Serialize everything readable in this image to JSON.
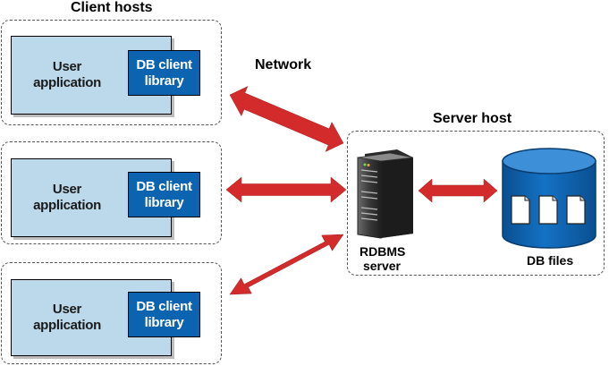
{
  "client_hosts_title": "Client hosts",
  "network_label": "Network",
  "server_host_title": "Server host",
  "clients": [
    {
      "app_line1": "User",
      "app_line2": "application",
      "lib_line1": "DB client",
      "lib_line2": "library"
    },
    {
      "app_line1": "User",
      "app_line2": "application",
      "lib_line1": "DB client",
      "lib_line2": "library"
    },
    {
      "app_line1": "User",
      "app_line2": "application",
      "lib_line1": "DB client",
      "lib_line2": "library"
    }
  ],
  "server_label_line1": "RDBMS",
  "server_label_line2": "server",
  "db_files_label": "DB files",
  "colors": {
    "app_fill": "#bcd9ec",
    "library_fill": "#0c63b0",
    "arrow": "#d32b2b",
    "db_fill": "#0f62ad"
  },
  "icons": {
    "server": "server-rack-icon",
    "database": "database-cylinder-icon",
    "file": "document-icon"
  }
}
